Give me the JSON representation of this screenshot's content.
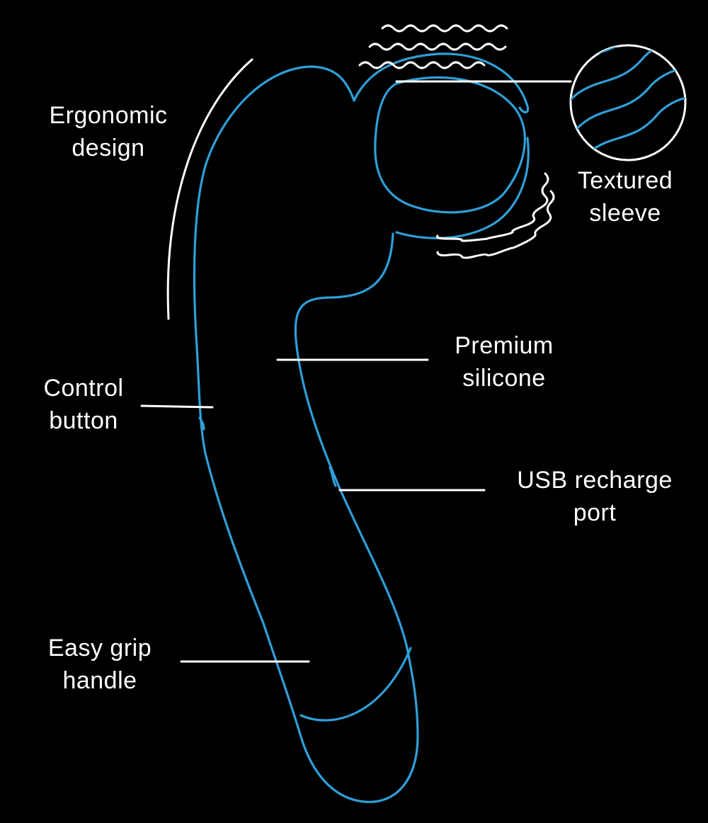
{
  "colors": {
    "background": "#000000",
    "outline": "#2f9fd8",
    "annotation": "#ffffff"
  },
  "labels": {
    "ergonomic": {
      "line1": "Ergonomic",
      "line2": "design"
    },
    "textured": {
      "line1": "Textured",
      "line2": "sleeve"
    },
    "premium": {
      "line1": "Premium",
      "line2": "silicone"
    },
    "control": {
      "line1": "Control",
      "line2": "button"
    },
    "usb": {
      "line1": "USB recharge",
      "line2": "port"
    },
    "grip": {
      "line1": "Easy grip",
      "line2": "handle"
    }
  }
}
